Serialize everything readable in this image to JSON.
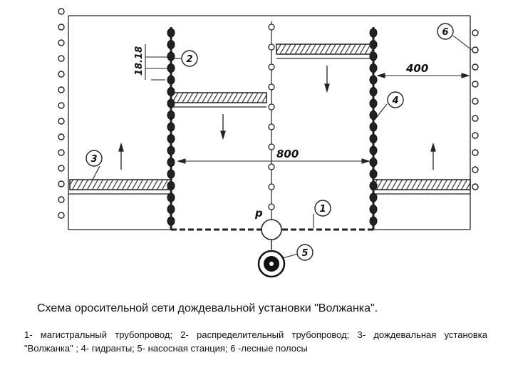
{
  "diagram": {
    "dimensions": {
      "vertical_spacing": "18.18",
      "width_400": "400",
      "width_800": "800"
    },
    "pump_label": "p",
    "callouts": [
      "1",
      "2",
      "3",
      "4",
      "5",
      "6"
    ]
  },
  "caption": "Схема оросительной сети дождевальной установки \"Волжанка\".",
  "legend": "1- магистральный трубопровод; 2- распределительный трубопровод; 3- дождевальная установка \"Волжанка\" ; 4- гидранты; 5- насосная станция; 6 -лесные полосы"
}
